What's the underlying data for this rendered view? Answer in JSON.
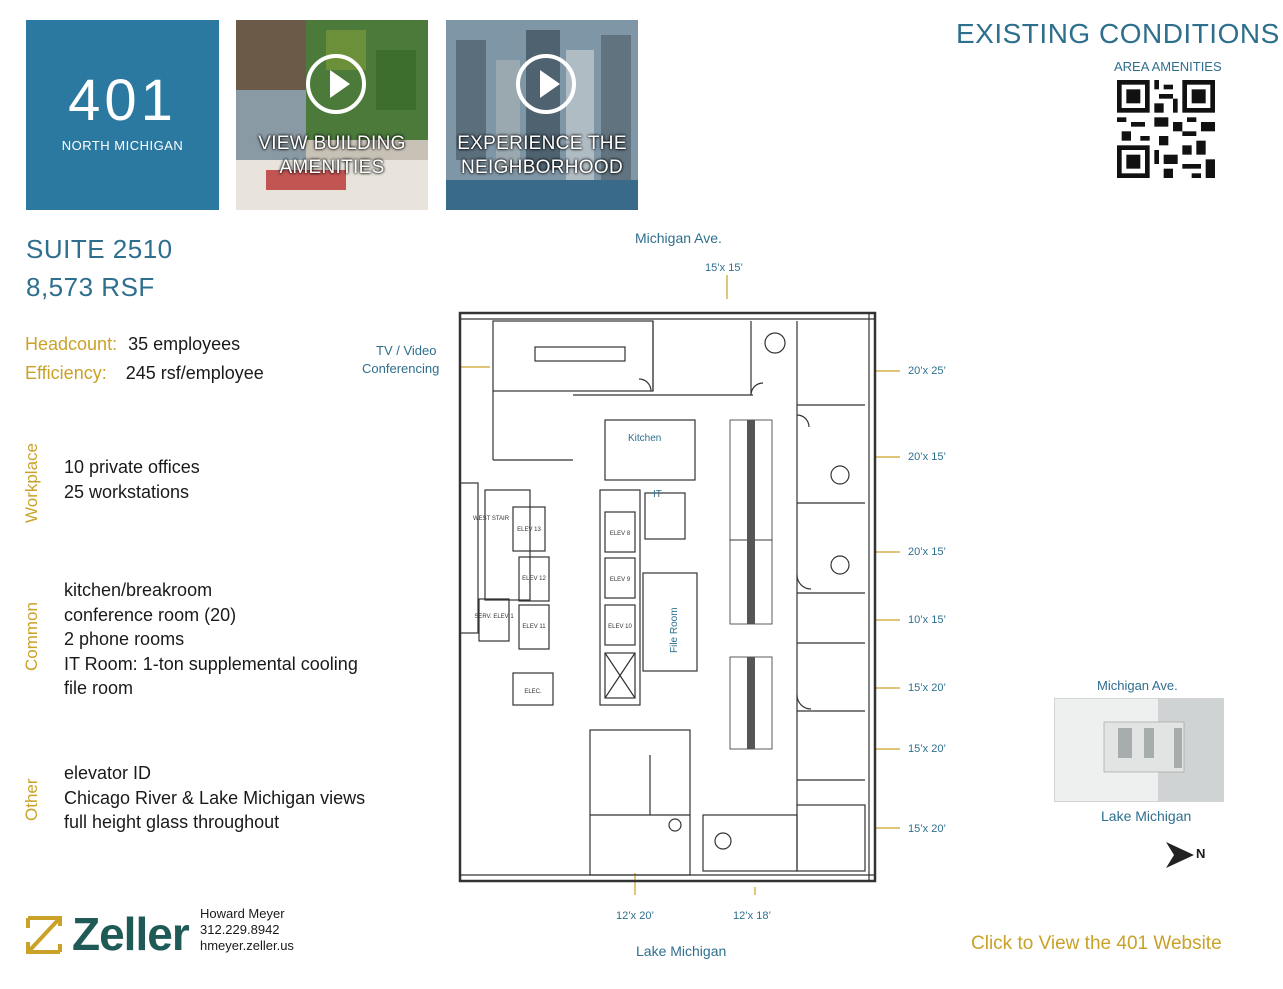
{
  "building": {
    "number": "401",
    "name": "NORTH MICHIGAN"
  },
  "videos": [
    {
      "caption_line1": "VIEW BUILDING",
      "caption_line2": "AMENITIES"
    },
    {
      "caption_line1": "EXPERIENCE THE",
      "caption_line2": "NEIGHBORHOOD"
    }
  ],
  "header": {
    "title": "EXISTING CONDITIONS",
    "qr_label": "AREA AMENITIES"
  },
  "suite": {
    "name": "SUITE 2510",
    "area": "8,573 RSF"
  },
  "stats": [
    {
      "key": "Headcount:",
      "value": "35 employees"
    },
    {
      "key": "Efficiency:",
      "value": "245 rsf/employee"
    }
  ],
  "sections": {
    "workplace": {
      "label": "Workplace",
      "items": [
        "10 private offices",
        "25 workstations"
      ]
    },
    "common": {
      "label": "Common",
      "items": [
        "kitchen/breakroom",
        "conference room (20)",
        "2 phone rooms",
        "IT Room: 1-ton supplemental cooling",
        "file room"
      ]
    },
    "other": {
      "label": "Other",
      "items": [
        "elevator ID",
        "Chicago River & Lake Michigan views",
        "full height glass throughout"
      ]
    }
  },
  "plan": {
    "street_top": "Michigan Ave.",
    "street_bottom": "Lake Michigan",
    "tv_label_1": "TV / Video",
    "tv_label_2": "Conferencing",
    "dims_top": "15’x 15’",
    "dims_right": [
      "20’x 25’",
      "20’x 15’",
      "20’x 15’",
      "10’x 15’",
      "15’x 20’",
      "15’x 20’",
      "15’x 20’"
    ],
    "dims_bottom": [
      "12’x 20’",
      "12’x 18’"
    ],
    "rooms": {
      "kitchen": "Kitchen",
      "it": "IT",
      "file_room": "File Room",
      "west_stair": "WEST STAIR",
      "elev13": "ELEV 13",
      "elev12": "ELEV 12",
      "elev11": "ELEV 11",
      "elev8": "ELEV 8",
      "elev9": "ELEV 9",
      "elev10": "ELEV 10",
      "serv": "SERV. ELEV 1",
      "elec": "ELEC."
    }
  },
  "keyplan": {
    "top": "Michigan Ave.",
    "bottom": "Lake Michigan",
    "north": "N"
  },
  "contact": {
    "company": "Zeller",
    "name": "Howard Meyer",
    "phone": "312.229.8942",
    "web": "hmeyer.zeller.us"
  },
  "cta": "Click to View the 401 Website",
  "colors": {
    "teal": "#2e6f8e",
    "gold": "#c9a227",
    "tile_blue": "#2b78a0",
    "zeller_green": "#1f5a56"
  }
}
